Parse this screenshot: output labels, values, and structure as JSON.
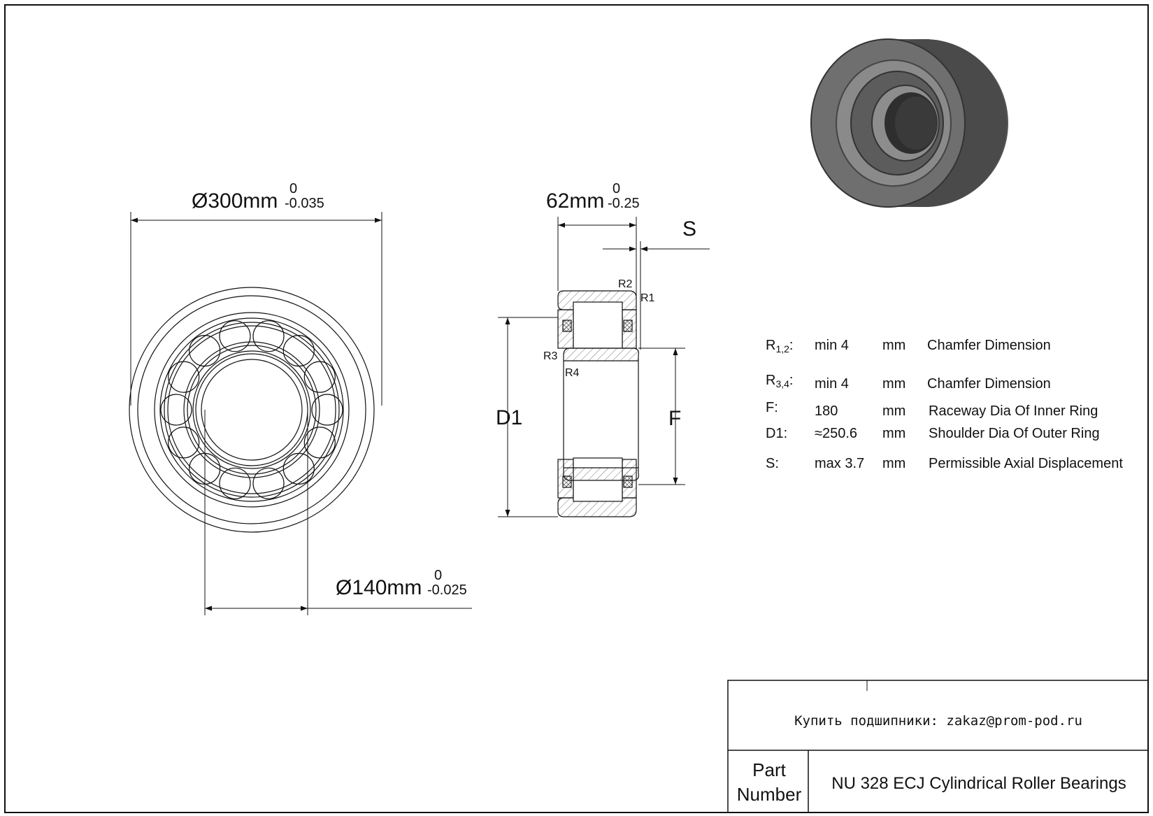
{
  "dimensions": {
    "outer_diameter": {
      "label": "Ø300mm",
      "upper_tol": "0",
      "lower_tol": "-0.035"
    },
    "bore_diameter": {
      "label": "Ø140mm",
      "upper_tol": "0",
      "lower_tol": "-0.025"
    },
    "width": {
      "label": "62mm",
      "upper_tol": "0",
      "lower_tol": "-0.25"
    },
    "axial_label": "S",
    "d1_label": "D1",
    "f_label": "F",
    "radius_labels": {
      "r1": "R1",
      "r2": "R2",
      "r3": "R3",
      "r4": "R4"
    }
  },
  "specs": [
    {
      "symbol": "R",
      "sub": "1,2",
      "suffix": ":",
      "value": "min 4",
      "unit": "mm",
      "description": "Chamfer Dimension"
    },
    {
      "symbol": "R",
      "sub": "3,4",
      "suffix": ":",
      "value": "min 4",
      "unit": "mm",
      "description": "Chamfer Dimension"
    },
    {
      "symbol": "F",
      "sub": "",
      "suffix": ":",
      "value": "180",
      "unit": "mm",
      "description": "Raceway Dia Of Inner Ring"
    },
    {
      "symbol": "D1",
      "sub": "",
      "suffix": ":",
      "value": "≈250.6",
      "unit": "mm",
      "description": "Shoulder Dia Of Outer Ring"
    },
    {
      "symbol": "S",
      "sub": "",
      "suffix": ":",
      "value": "max 3.7",
      "unit": "mm",
      "description": "Permissible Axial Displacement"
    }
  ],
  "title_block": {
    "contact": "Купить подшипники: zakaz@prom-pod.ru",
    "part_label_line1": "Part",
    "part_label_line2": "Number",
    "part_number": "NU 328 ECJ Cylindrical Roller Bearings"
  },
  "colors": {
    "line": "#111111",
    "bearing_dark": "#3e3e3e",
    "bearing_mid": "#6a6a6a",
    "bearing_light": "#9a9a9a"
  }
}
